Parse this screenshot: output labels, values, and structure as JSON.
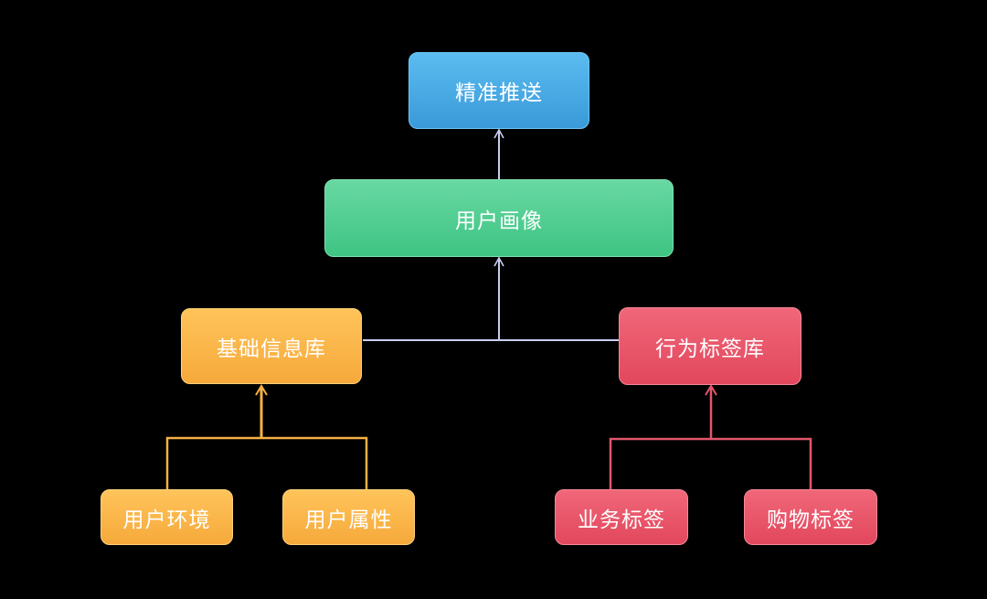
{
  "nodes": {
    "push": {
      "label": "精准推送",
      "color": "#4aa9e3"
    },
    "portrait": {
      "label": "用户画像",
      "color": "#4fcd8f"
    },
    "basic_info": {
      "label": "基础信息库",
      "color": "#f8b444"
    },
    "behavior_tags": {
      "label": "行为标签库",
      "color": "#e85368"
    },
    "user_env": {
      "label": "用户环境",
      "color": "#f8b444"
    },
    "user_attr": {
      "label": "用户属性",
      "color": "#f8b444"
    },
    "business_tags": {
      "label": "业务标签",
      "color": "#e85368"
    },
    "shopping_tags": {
      "label": "购物标签",
      "color": "#e85368"
    }
  },
  "connector_colors": {
    "main": "#c8cdf0",
    "orange": "#f6b146",
    "red": "#e0566a"
  }
}
